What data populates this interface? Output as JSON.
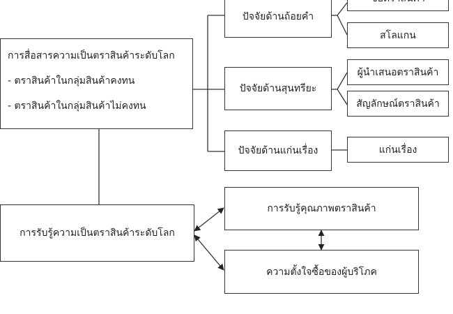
{
  "nodes": {
    "main_comm": {
      "title": "การสื่อสารความเป็นตราสินค้าระดับโลก",
      "item1": "- ตราสินค้าในกลุ่มสินค้าคงทน",
      "item2": "- ตราสินค้าในกลุ่มสินค้าไม่คงทน"
    },
    "factor_wording": "ปัจจัยด้านถ้อยคำ",
    "factor_aesthetics": "ปัจจัยด้านสุนทรียะ",
    "factor_core": "ปัจจัยด้านแก่นเรื่อง",
    "brand_name": "ชื่อตราสินค้า",
    "slogan": "สโลแกน",
    "presenter": "ผู้นำเสนอตราสินค้า",
    "brand_symbol": "สัญลักษณ์ตราสินค้า",
    "core_story": "แก่นเรื่อง",
    "perception": "การรับรู้ความเป็นตราสินค้าระดับโลก",
    "perceived_quality": "การรับรู้คุณภาพตราสินค้า",
    "purchase_intention": "ความตั้งใจซื้อของผู้บริโภค"
  }
}
